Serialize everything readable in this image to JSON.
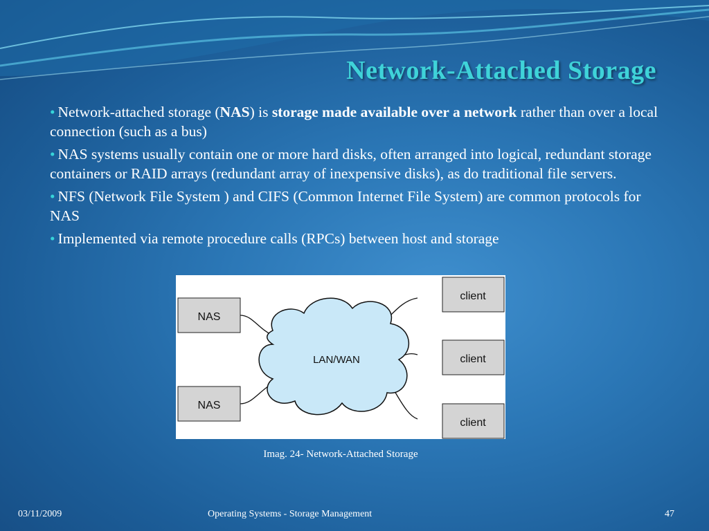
{
  "slide": {
    "title": "Network-Attached Storage",
    "bullets": [
      {
        "marker": "•",
        "segments": [
          {
            "text": "Network-attached storage (",
            "bold": false
          },
          {
            "text": "NAS",
            "bold": true
          },
          {
            "text": ") is ",
            "bold": false
          },
          {
            "text": "storage made available over a network",
            "bold": true
          },
          {
            "text": " rather than over a local connection (such as a bus)",
            "bold": false
          }
        ]
      },
      {
        "marker": "•",
        "segments": [
          {
            "text": "NAS systems usually contain one or more hard disks, often arranged into logical, redundant storage containers or RAID arrays (redundant array of inexpensive disks), as do traditional file servers.",
            "bold": false
          }
        ]
      },
      {
        "marker": "•",
        "segments": [
          {
            "text": "NFS (Network File System ) and CIFS (Common Internet File System) are common protocols for NAS",
            "bold": false
          }
        ]
      },
      {
        "marker": "•",
        "segments": [
          {
            "text": "Implemented via remote procedure calls (RPCs) between host and storage",
            "bold": false
          }
        ]
      }
    ],
    "diagram": {
      "cloud_label": "LAN/WAN",
      "nas_nodes": [
        "NAS",
        "NAS"
      ],
      "client_nodes": [
        "client",
        "client",
        "client"
      ]
    },
    "caption": "Imag. 24- Network-Attached Storage",
    "footer": {
      "date": "03/11/2009",
      "center": "Operating Systems - Storage Management",
      "page": "47"
    },
    "colors": {
      "title": "#3fd3d9",
      "bullet_marker": "#36d4d9",
      "text": "#ffffff",
      "cloud_fill": "#c9e8f8",
      "node_fill": "#d4d4d4"
    }
  }
}
